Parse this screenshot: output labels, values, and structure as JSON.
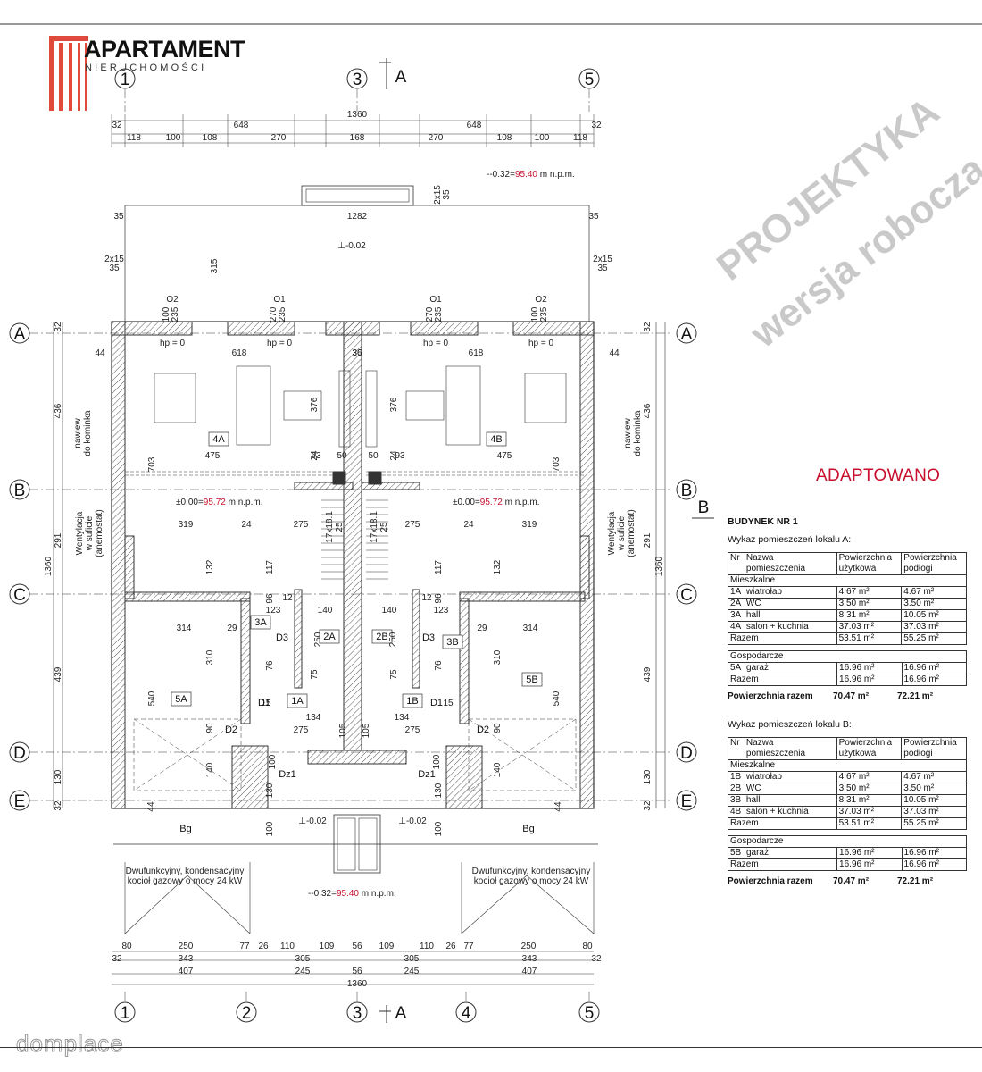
{
  "brand": {
    "name": "APARTAMENT",
    "subtitle": "NIERUCHOMOŚCI"
  },
  "watermark": {
    "line1": "PROJEKTYKA",
    "line2": "wersja robocza"
  },
  "stamp": "ADAPTOWANO",
  "footer_logo": "domplace",
  "colors": {
    "accent": "#c8102e",
    "wall": "#333333",
    "watermark": "#c9c9c9"
  },
  "grid": {
    "axes_top": [
      "1",
      "3",
      "5"
    ],
    "axes_bottom": [
      "1",
      "2",
      "3",
      "4",
      "5"
    ],
    "section_marker": "A",
    "rows": [
      "A",
      "B",
      "C",
      "D",
      "E"
    ],
    "side_marker": "B"
  },
  "dims": {
    "top_total": "1360",
    "top_halves": [
      "648",
      "648"
    ],
    "top_edge": [
      "32",
      "32"
    ],
    "top_row": [
      "118",
      "100",
      "108",
      "270",
      "168",
      "270",
      "108",
      "100",
      "118"
    ],
    "terrace_total": "1282",
    "terrace_side": [
      "35",
      "35"
    ],
    "terrace_depth": "315",
    "terrace_2x15": [
      "2x15",
      "35",
      "2x15",
      "35",
      "2x15",
      "35"
    ],
    "bottom_row1": [
      "80",
      "250",
      "77",
      "26",
      "110",
      "109",
      "56",
      "109",
      "110",
      "26",
      "77",
      "250",
      "80"
    ],
    "bottom_row2": [
      "32",
      "343",
      "305",
      "305",
      "343",
      "32"
    ],
    "bottom_row3": [
      "407",
      "245",
      "56",
      "245",
      "407"
    ],
    "bottom_total": "1360",
    "left_side": [
      "32",
      "436",
      "291",
      "439",
      "130",
      "32"
    ],
    "left_total": "1360",
    "right_side": [
      "32",
      "436",
      "291",
      "439",
      "130",
      "32"
    ],
    "right_total": "1360",
    "interior": [
      "44",
      "618",
      "36",
      "36",
      "618",
      "44",
      "376",
      "376",
      "475",
      "93",
      "50",
      "50",
      "93",
      "475",
      "703",
      "703",
      "319",
      "24",
      "275",
      "275",
      "24",
      "319",
      "132",
      "117",
      "117",
      "132",
      "96",
      "12",
      "12",
      "96",
      "123",
      "140",
      "140",
      "123",
      "314",
      "29",
      "29",
      "314",
      "310",
      "250",
      "250",
      "310",
      "540",
      "540",
      "76",
      "76",
      "134",
      "134",
      "275",
      "275",
      "90",
      "90",
      "140",
      "140",
      "130",
      "130",
      "100",
      "100",
      "105",
      "105",
      "24",
      "24",
      "75",
      "75",
      "15",
      "15",
      "44",
      "44",
      "100",
      "100"
    ],
    "windows": [
      "O2",
      "O1",
      "O1",
      "O2"
    ],
    "window_sizes": [
      "100\n235",
      "270\n235",
      "270\n235",
      "100\n235"
    ],
    "hp": [
      "hp = 0",
      "hp = 0",
      "hp = 0",
      "hp = 0"
    ]
  },
  "levels": {
    "terrace_top": "-0.02",
    "terrace_bottom_l": "-0.02",
    "terrace_bottom_r": "-0.02",
    "ground_top_prefix": "-0.32=",
    "ground_top_value": "95.40",
    "ground_top_suffix": "m n.p.m.",
    "ground_bottom_prefix": "-0.32=",
    "ground_bottom_value": "95.40",
    "ground_bottom_suffix": "m n.p.m.",
    "floor_a_prefix": "±0.00=",
    "floor_a_value": "95.72",
    "floor_a_suffix": "m n.p.m.",
    "floor_b_prefix": "±0.00=",
    "floor_b_value": "95.72",
    "floor_b_suffix": "m n.p.m."
  },
  "rooms_on_plan": [
    "4A",
    "4B",
    "5A",
    "5B",
    "3A",
    "3B",
    "2A",
    "2B",
    "1A",
    "1B"
  ],
  "doors": [
    "D3",
    "D3",
    "D1",
    "D1",
    "D2",
    "D2",
    "Dz1",
    "Dz1",
    "Bg",
    "Bg"
  ],
  "stairs": [
    "17x18.1\n25",
    "17x18.1\n25"
  ],
  "plan_notes": {
    "chimney_l": "nawiew\ndo kominka",
    "chimney_r": "nawiew\ndo kominka",
    "vent_l": "Wentylacja\nw suficie\n(anemostat)",
    "vent_r": "Wentylacja\nw suficie\n(anemostat)",
    "boiler_l": "Dwufunkcyjny, kondensacyjny\nkocioł gazowy o mocy 24 kW",
    "boiler_r": "Dwufunkcyjny, kondensacyjny\nkocioł gazowy o mocy 24 kW"
  },
  "building": {
    "title": "BUDYNEK NR 1",
    "units": [
      {
        "list_title": "Wykaz pomieszczeń lokalu A:",
        "header": {
          "nr": "Nr",
          "name": "Nazwa\npomieszczenia",
          "usable": "Powierzchnia\nużytkowa",
          "floor": "Powierzchnia\npodłogi"
        },
        "residential_label": "Mieszkalne",
        "residential": [
          {
            "nr": "1A",
            "name": "wiatrołap",
            "usable": "4.67 m²",
            "floor": "4.67 m²"
          },
          {
            "nr": "2A",
            "name": "WC",
            "usable": "3.50 m²",
            "floor": "3.50 m²"
          },
          {
            "nr": "3A",
            "name": "hall",
            "usable": "8.31 m²",
            "floor": "10.05 m²"
          },
          {
            "nr": "4A",
            "name": "salon + kuchnia",
            "usable": "37.03 m²",
            "floor": "37.03 m²"
          }
        ],
        "residential_sum": {
          "label": "Razem",
          "usable": "53.51 m²",
          "floor": "55.25 m²"
        },
        "utility_label": "Gospodarcze",
        "utility": [
          {
            "nr": "5A",
            "name": "garaż",
            "usable": "16.96 m²",
            "floor": "16.96 m²"
          }
        ],
        "utility_sum": {
          "label": "Razem",
          "usable": "16.96 m²",
          "floor": "16.96 m²"
        },
        "total": {
          "label": "Powierzchnia razem",
          "usable": "70.47 m²",
          "floor": "72.21 m²"
        }
      },
      {
        "list_title": "Wykaz pomieszczeń lokalu B:",
        "header": {
          "nr": "Nr",
          "name": "Nazwa\npomieszczenia",
          "usable": "Powierzchnia\nużytkowa",
          "floor": "Powierzchnia\npodłogi"
        },
        "residential_label": "Mieszkalne",
        "residential": [
          {
            "nr": "1B",
            "name": "wiatrołap",
            "usable": "4.67 m²",
            "floor": "4.67 m²"
          },
          {
            "nr": "2B",
            "name": "WC",
            "usable": "3.50 m²",
            "floor": "3.50 m²"
          },
          {
            "nr": "3B",
            "name": "hall",
            "usable": "8.31 m²",
            "floor": "10.05 m²"
          },
          {
            "nr": "4B",
            "name": "salon + kuchnia",
            "usable": "37.03 m²",
            "floor": "37.03 m²"
          }
        ],
        "residential_sum": {
          "label": "Razem",
          "usable": "53.51 m²",
          "floor": "55.25 m²"
        },
        "utility_label": "Gospodarcze",
        "utility": [
          {
            "nr": "5B",
            "name": "garaż",
            "usable": "16.96 m²",
            "floor": "16.96 m²"
          }
        ],
        "utility_sum": {
          "label": "Razem",
          "usable": "16.96 m²",
          "floor": "16.96 m²"
        },
        "total": {
          "label": "Powierzchnia razem",
          "usable": "70.47 m²",
          "floor": "72.21 m²"
        }
      }
    ]
  }
}
